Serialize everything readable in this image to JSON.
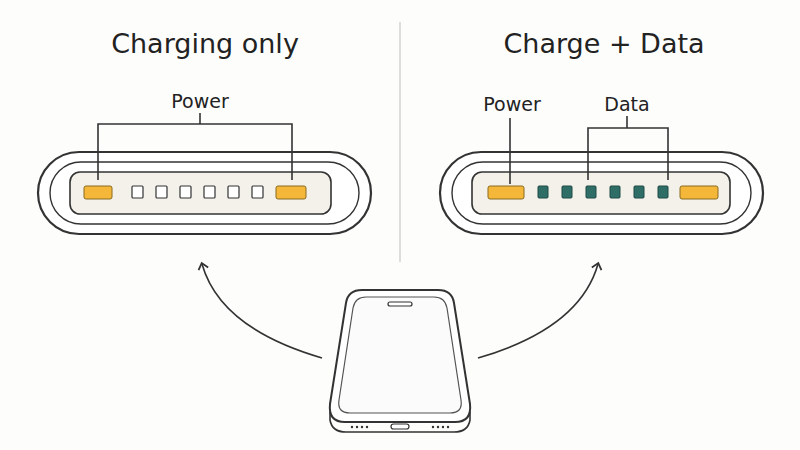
{
  "diagram": {
    "labels": [
      "Charging only",
      "Power",
      "Charge + Data",
      "Power",
      "Data"
    ]
  }
}
